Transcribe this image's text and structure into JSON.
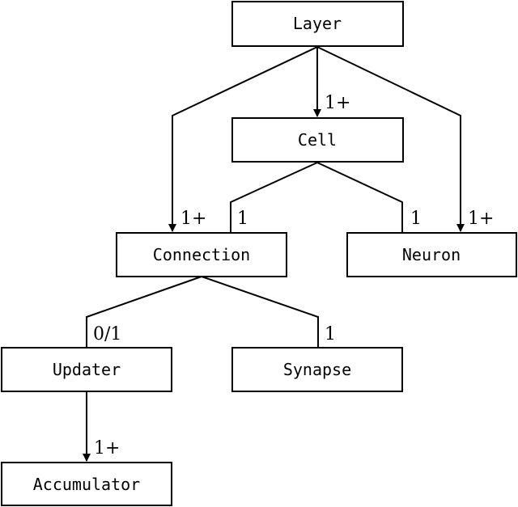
{
  "nodes": {
    "layer": "Layer",
    "cell": "Cell",
    "connection": "Connection",
    "neuron": "Neuron",
    "updater": "Updater",
    "synapse": "Synapse",
    "accumulator": "Accumulator"
  },
  "multiplicities": {
    "layer_to_cell": "1+",
    "layer_to_connection": "1+",
    "layer_to_neuron": "1+",
    "cell_to_connection": "1",
    "cell_to_neuron": "1",
    "connection_to_updater": "0/1",
    "connection_to_synapse": "1",
    "updater_to_accumulator": "1+"
  }
}
